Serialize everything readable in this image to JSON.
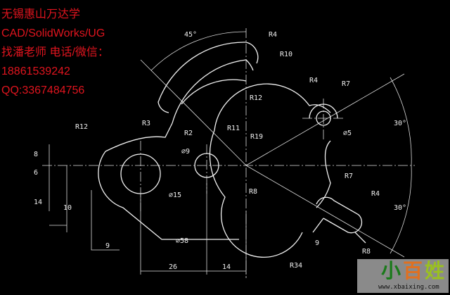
{
  "ad_text": [
    "无锡惠山万达学",
    "CAD/SolidWorks/UG",
    "找潘老师 电话/微信：",
    "18861539242",
    "QQ:3367484756"
  ],
  "dims": {
    "a45": "45°",
    "r4a": "R4",
    "r10": "R10",
    "r12a": "R12",
    "r4b": "R4",
    "r7a": "R7",
    "r3": "R3",
    "r2": "R2",
    "r11": "R11",
    "r19": "R19",
    "d9": "⌀9",
    "d5": "⌀5",
    "a30a": "30°",
    "r12b": "R12",
    "d8": "8",
    "d6": "6",
    "d14": "14",
    "d10": "10",
    "d9b": "9",
    "d15": "⌀15",
    "d58": "⌀58",
    "r8a": "R8",
    "r7b": "R7",
    "r4c": "R4",
    "a30b": "30°",
    "d26": "26",
    "d14b": "14",
    "r34": "R34",
    "d9c": "9",
    "r8b": "R8"
  },
  "logo": {
    "text": "小百姓",
    "url": "www.xbaixing.com",
    "colors": [
      "#1a7a1a",
      "#e07020",
      "#9ac020"
    ]
  }
}
